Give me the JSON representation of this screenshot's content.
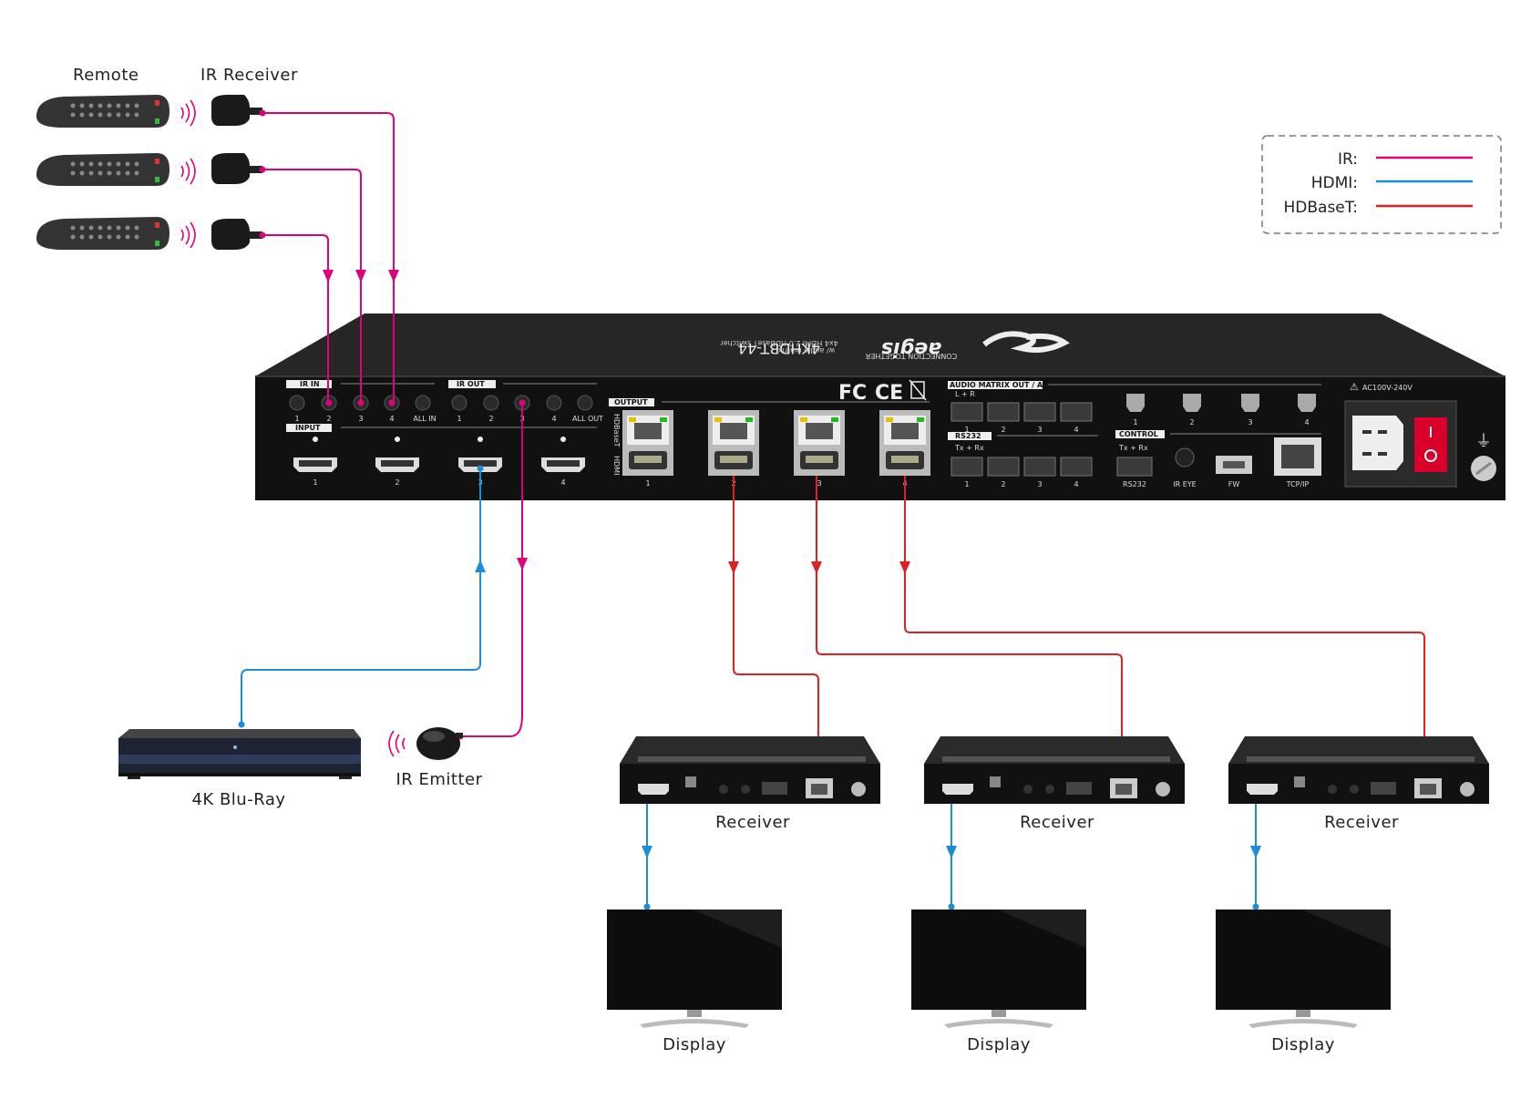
{
  "labels": {
    "remote": "Remote",
    "ir_receiver": "IR Receiver",
    "blu_ray": "4K Blu-Ray",
    "ir_emitter": "IR Emitter",
    "receiver": "Receiver",
    "display": "Display"
  },
  "legend": [
    {
      "label": "IR:",
      "color": "#e0007a"
    },
    {
      "label": "HDMI:",
      "color": "#1a8fd6"
    },
    {
      "label": "HDBaseT:",
      "color": "#e02020"
    }
  ],
  "colors": {
    "ir": "#e0007a",
    "hdmi": "#1a8fd6",
    "hdbaset": "#e02020"
  },
  "device": {
    "model": "4KHDBT-44",
    "description": "4x4 HDMI 2.0 HDBaseT switcher",
    "subtitle": "w/ audio matrix",
    "brand": "aegis",
    "tagline": "CONNECTION TOGETHER",
    "power": "AC100V-240V",
    "sections": {
      "ir_in": "IR IN",
      "ir_out": "IR OUT",
      "input": "INPUT",
      "output": "OUTPUT",
      "audio": "AUDIO MATRIX OUT / ARC",
      "rs232_tag": "RS232",
      "control": "CONTROL",
      "hdbaset_side": "HDBaseT",
      "hdmi_side": "HDMI"
    },
    "ports": {
      "n1": "1",
      "n2": "2",
      "n3": "3",
      "n4": "4",
      "all_in": "ALL IN",
      "all_out": "ALL OUT",
      "lr": "L  +  R",
      "txrx": "Tx  +  Rx",
      "rs232": "RS232",
      "ir_eye": "IR EYE",
      "fw": "FW",
      "tcpip": "TCP/IP"
    }
  }
}
